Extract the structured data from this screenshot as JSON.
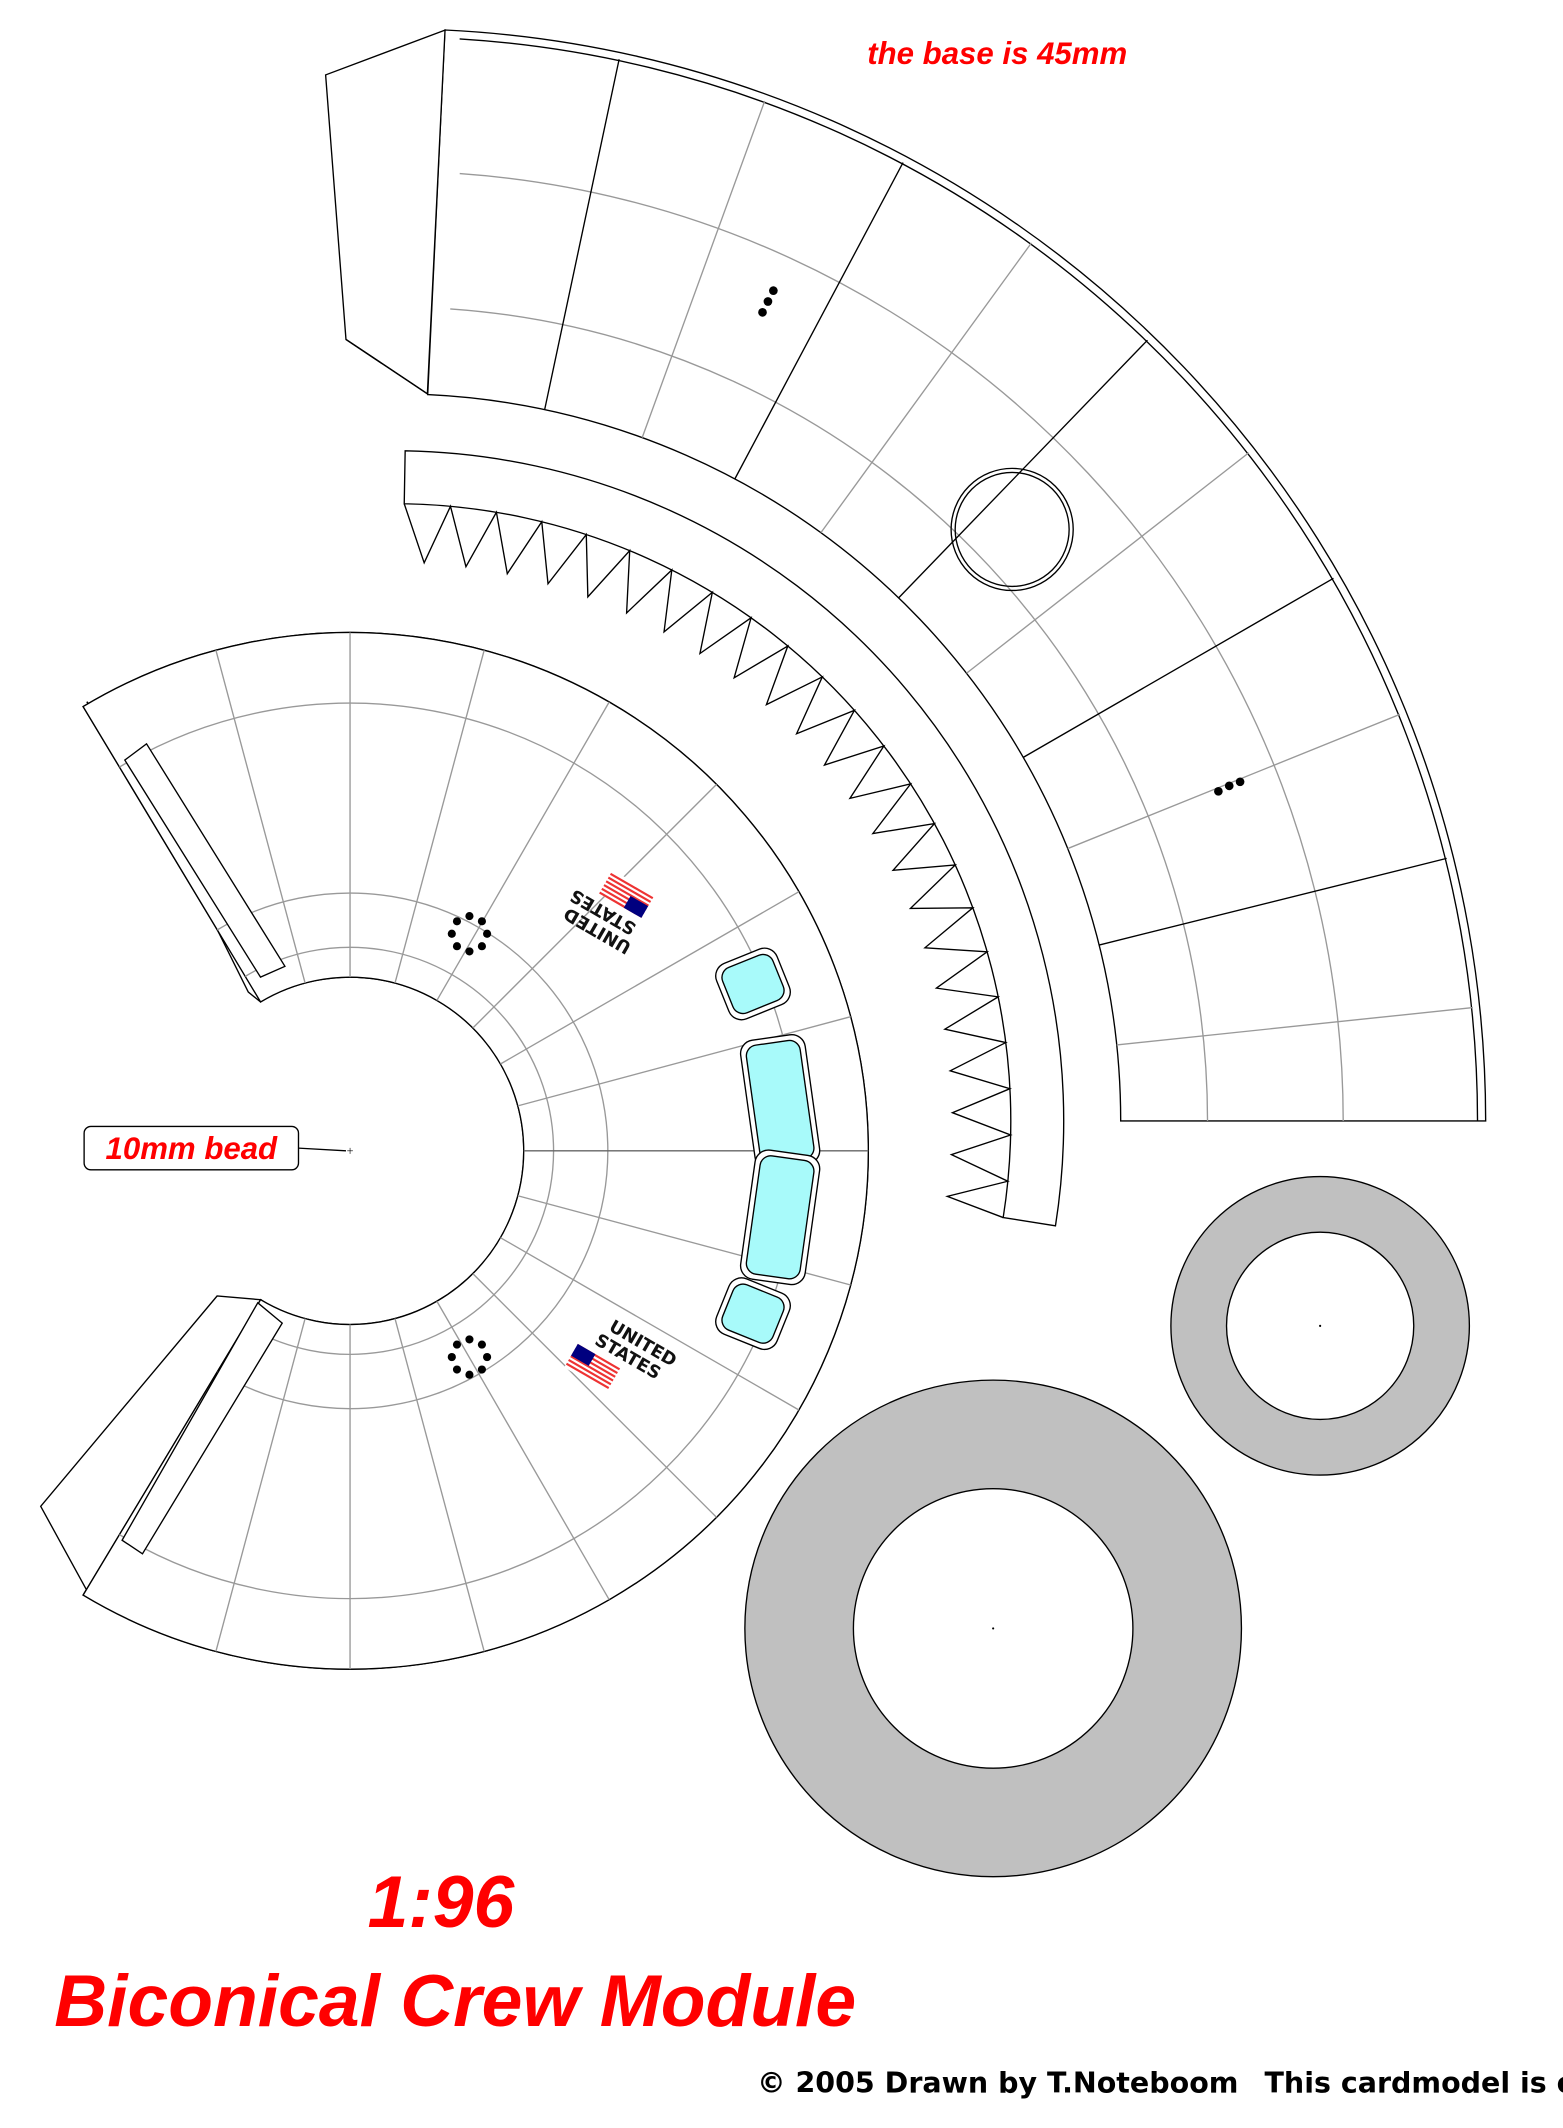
{
  "labels": {
    "base_note": "the base is 45mm",
    "bead_note": "10mm bead",
    "scale": "1:96",
    "title": "Biconical Crew Module",
    "credit": "© 2005 Drawn by T.Noteboom",
    "license_fragment": "This cardmodel is c",
    "flag_text_line1": "UNITED",
    "flag_text_line2": "STATES"
  },
  "colors": {
    "accent_red": "#ff0000",
    "window_cyan": "#a8fafa",
    "ring_gray": "#c0c0c0",
    "flag_blue": "#00007f"
  }
}
